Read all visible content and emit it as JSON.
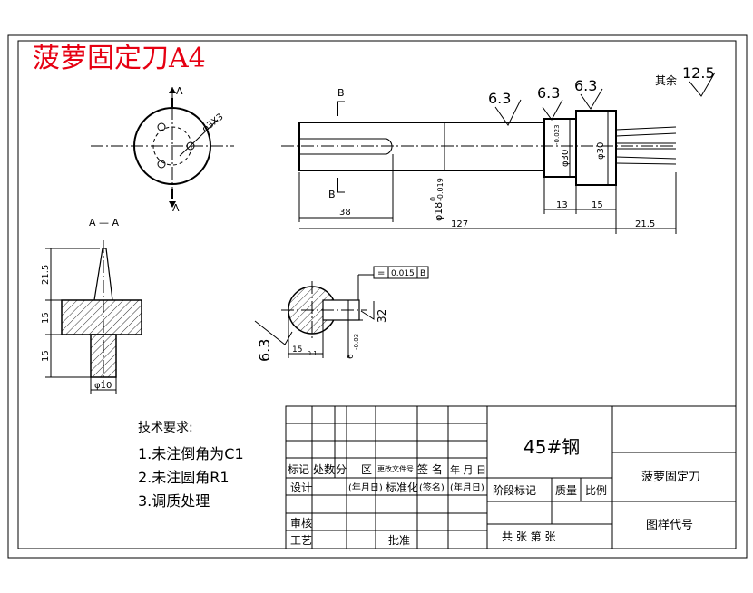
{
  "drawing_title": "菠萝固定刀A4",
  "section_marks": {
    "a": "A",
    "b": "B",
    "section_label": "A — A"
  },
  "dimensions": {
    "hole": "φ3X3",
    "len_38": "38",
    "len_127": "127",
    "len_13": "13",
    "len_15": "15",
    "len_21_5": "21.5",
    "dia_18": "φ18",
    "tol_18_up": "0",
    "tol_18_low": "-0.019",
    "dia_30": "φ30",
    "dia_30_tol": "φ30",
    "tol_30": "-0.023",
    "sec_21_5": "21.5",
    "sec_15a": "15",
    "sec_15b": "15",
    "sec_dia10": "φ10",
    "key_15": "15",
    "key_15_tol": "-0.1",
    "key_6": "6",
    "key_6_tol": "-0.03"
  },
  "roughness": {
    "r1": "6.3",
    "r2": "6.3",
    "r3": "6.3",
    "r4": "6.3",
    "r5": "32",
    "rest_label": "其余",
    "rest_value": "12.5"
  },
  "tolerance_frame": {
    "symbol": "=",
    "value": "0.015",
    "datum": "B"
  },
  "tech_requirements": {
    "heading": "技术要求:",
    "items": [
      "1.未注倒角为C1",
      "2.未注圆角R1",
      "3.调质处理"
    ]
  },
  "title_block": {
    "material": "45#钢",
    "part_name": "菠萝固定刀",
    "drawing_number_label": "图样代号",
    "row_headers": [
      "标记",
      "处数",
      "分",
      "区",
      "更改文件号",
      "签 名",
      "年 月 日"
    ],
    "design": "设计",
    "date1": "(年月日)",
    "standardize": "标准化",
    "signature": "(签名)",
    "date2": "(年月日)",
    "stage_mark": "阶段标记",
    "weight": "质量",
    "scale": "比例",
    "review": "审核",
    "process": "工艺",
    "approve": "批准",
    "sheets": "共  张  第  张"
  }
}
